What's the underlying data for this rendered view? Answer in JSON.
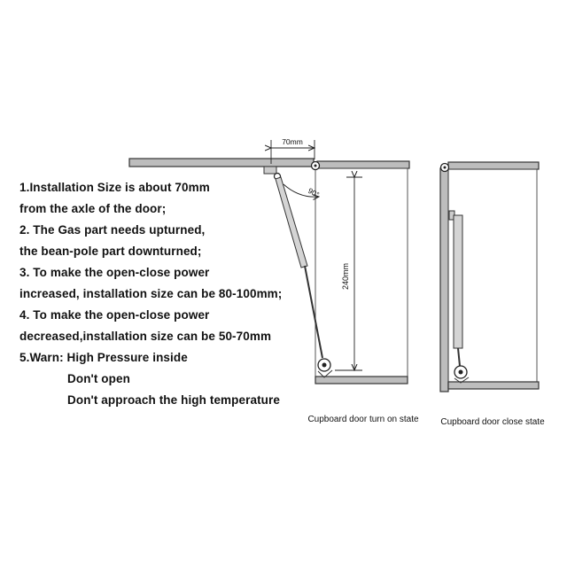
{
  "instructions": [
    "1.Installation Size is about 70mm",
    "from the axle of the door;",
    "2. The Gas part needs upturned,",
    "the bean-pole part downturned;",
    "3. To make the open-close power",
    "increased, installation size can be 80-100mm;",
    "4. To make the open-close power",
    "decreased,installation size can be 50-70mm",
    "5.Warn: High Pressure inside",
    "Don't open",
    "Don't approach the high temperature"
  ],
  "dimensions": {
    "offset": "70mm",
    "angle": "90°",
    "length": "240mm"
  },
  "captions": {
    "open_state": "Cupboard door turn on state",
    "close_state": "Cupboard door close state"
  }
}
